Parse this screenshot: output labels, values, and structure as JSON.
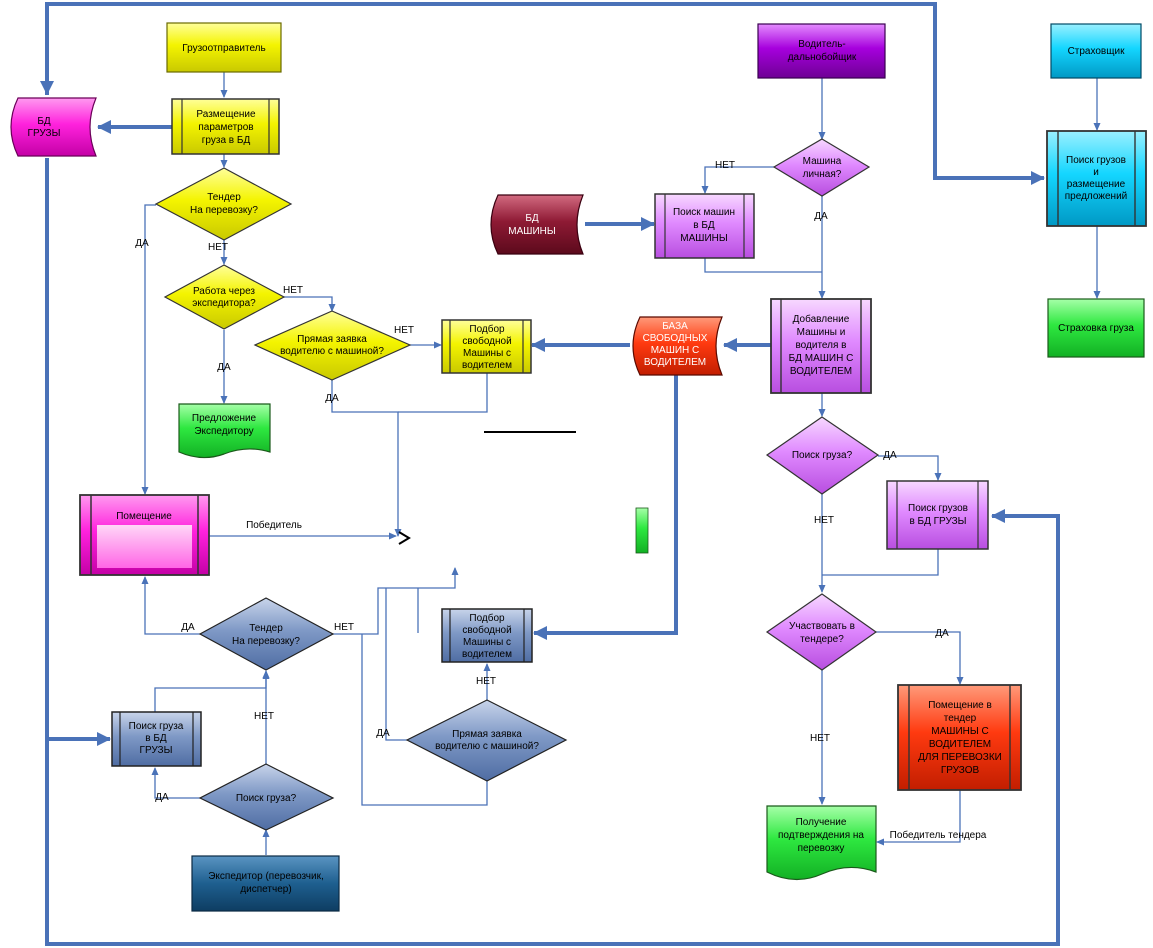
{
  "nodes": {
    "shipper": "Грузоотправитель",
    "db_cargo": [
      "БД",
      "ГРУЗЫ"
    ],
    "place_cargo": [
      "Размещение",
      "параметров",
      "груза в БД"
    ],
    "tender1": [
      "Тендер",
      "На перевозку?"
    ],
    "forwarder_q": [
      "Работа через",
      "экспедитора?"
    ],
    "direct1": [
      "Прямая заявка",
      "водителю с машиной?"
    ],
    "select1": [
      "Подбор",
      "свободной",
      "Машины с",
      "водителем"
    ],
    "offer_forwarder": [
      "Предложение",
      "Экспедитору"
    ],
    "placement": "Помещение",
    "tender2": [
      "Тендер",
      "На перевозку?"
    ],
    "select2": [
      "Подбор",
      "свободной",
      "Машины с",
      "водителем"
    ],
    "direct2": [
      "Прямая заявка",
      "водителю с машиной?"
    ],
    "search_cargo_db": [
      "Поиск груза",
      "в БД",
      "ГРУЗЫ"
    ],
    "search_cargo_q2": "Поиск груза?",
    "forwarder": [
      "Экспедитор (перевозчик,",
      "диспетчер)"
    ],
    "driver": [
      "Водитель-",
      "дальнобойщик"
    ],
    "car_personal": [
      "Машина",
      "личная?"
    ],
    "db_cars": [
      "БД",
      "МАШИНЫ"
    ],
    "search_cars": [
      "Поиск машин",
      "в БД",
      "МАШИНЫ"
    ],
    "add_car": [
      "Добавление",
      "Машины и",
      "водителя в",
      "БД МАШИН С",
      "ВОДИТЕЛЕМ"
    ],
    "free_cars_db": [
      "БАЗА",
      "СВОБОДНЫХ",
      "МАШИН С",
      "ВОДИТЕЛЕМ"
    ],
    "search_cargo_q": "Поиск груза?",
    "search_cargo_db2": [
      "Поиск грузов",
      "в БД ГРУЗЫ"
    ],
    "participate": [
      "Участвовать в",
      "тендере?"
    ],
    "placement_tender": [
      "Помещение в",
      "тендер",
      "МАШИНЫ С",
      "ВОДИТЕЛЕМ",
      "ДЛЯ ПЕРЕВОЗКИ",
      "ГРУЗОВ"
    ],
    "confirmation": [
      "Получение",
      "подтверждения на",
      "перевозку"
    ],
    "insurer": "Страховщик",
    "insurer_search": [
      "Поиск грузов",
      "и",
      "размещение",
      "предложений"
    ],
    "insurance": "Страховка груза"
  },
  "edge_labels": {
    "da": "ДА",
    "net": "НЕТ",
    "winner": "Победитель",
    "tender_winner": "Победитель тендера"
  },
  "colors": {
    "yellow": "#f2f200",
    "magenta": "#ff22dd",
    "blue_gray": "#7d97c4",
    "dark_blue": "#1a5c8c",
    "violet": "#a100d6",
    "lilac": "#e08aff",
    "maroon": "#8c1028",
    "red": "#ff3a10",
    "cyan": "#10d8ff",
    "green": "#22e83a",
    "arrow": "#4a72b8"
  }
}
